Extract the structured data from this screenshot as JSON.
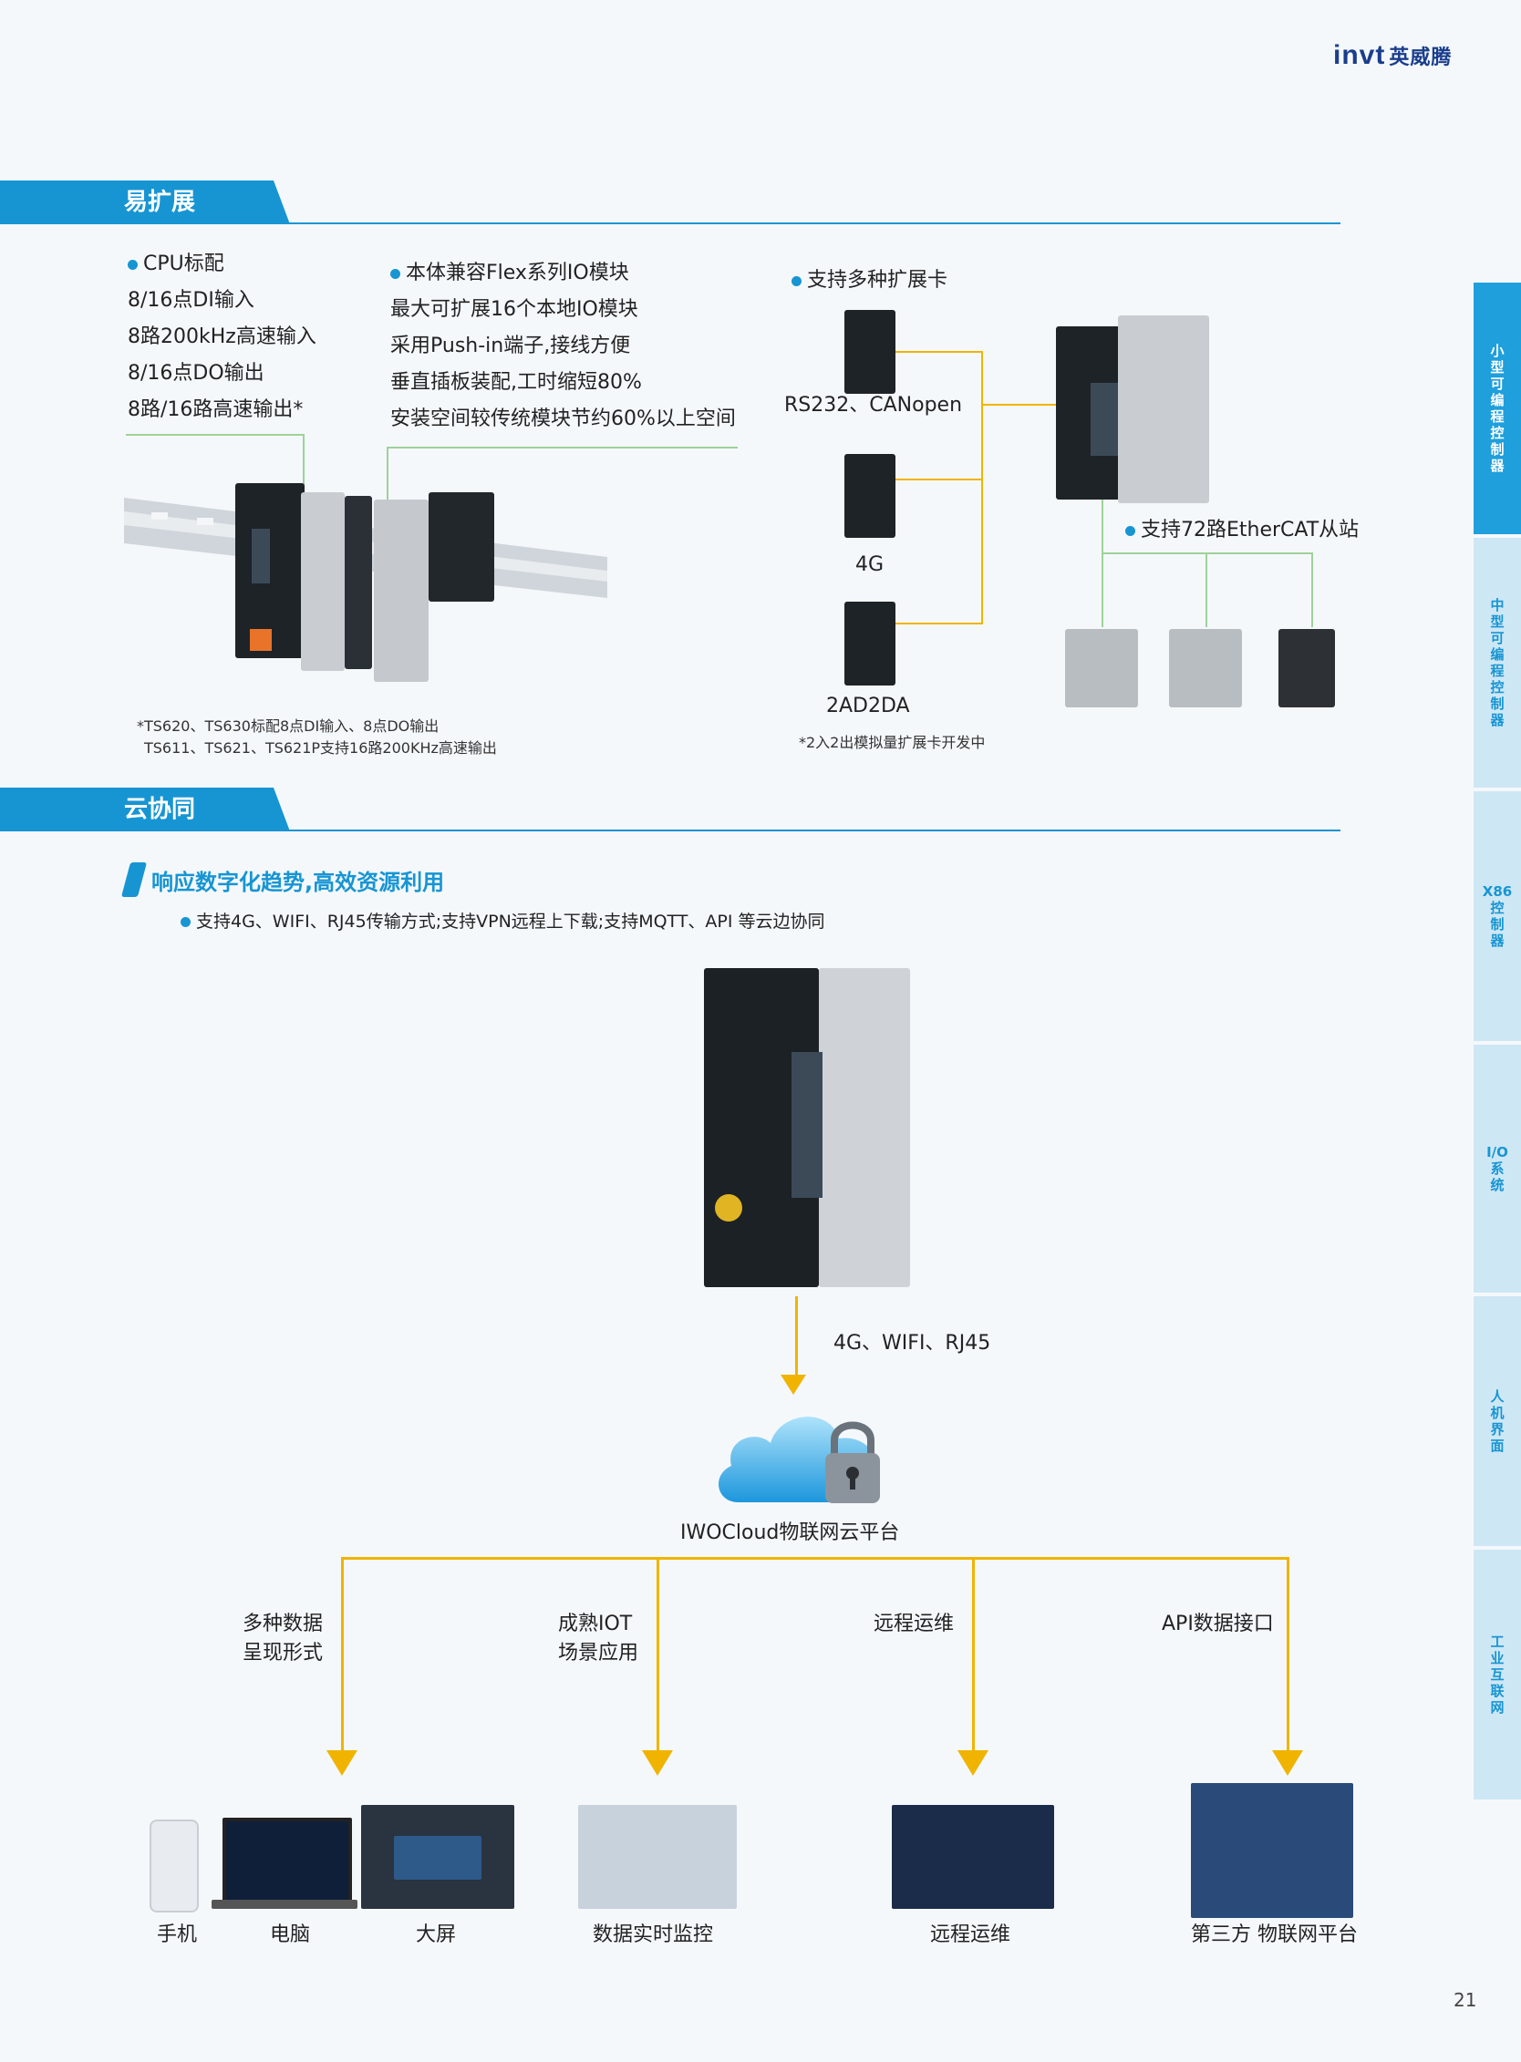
{
  "brand": {
    "logo": "invt",
    "logo_cn": "英威腾"
  },
  "section1": {
    "title": "易扩展",
    "cpu": {
      "lines": [
        "CPU标配",
        "8/16点DI输入",
        "8路200kHz高速输入",
        "8/16点DO输出",
        "8路/16路高速输出*"
      ]
    },
    "flex": {
      "lines": [
        "本体兼容Flex系列IO模块",
        "最大可扩展16个本地IO模块",
        "采用Push-in端子,接线方便",
        "垂直插板装配,工时缩短80%",
        "安装空间较传统模块节约60%以上空间"
      ]
    },
    "cards": {
      "title": "支持多种扩展卡",
      "items": [
        "RS232、CANopen",
        "4G",
        "2AD2DA"
      ]
    },
    "ethercat": "支持72路EtherCAT从站",
    "footnote_left": [
      "*TS620、TS630标配8点DI输入、8点DO输出",
      "TS611、TS621、TS621P支持16路200KHz高速输出"
    ],
    "footnote_right": "*2入2出模拟量扩展卡开发中"
  },
  "section2": {
    "title": "云协同",
    "subtitle": "响应数字化趋势,高效资源利用",
    "bullet": "支持4G、WIFI、RJ45传输方式;支持VPN远程上下载;支持MQTT、API 等云边协同",
    "link_label": "4G、WIFI、RJ45",
    "cloud_label": "IWOCloud物联网云平台",
    "branches": [
      {
        "label_lines": [
          "多种数据",
          "呈现形式"
        ]
      },
      {
        "label_lines": [
          "成熟IOT",
          "场景应用"
        ]
      },
      {
        "label_lines": [
          "远程运维"
        ]
      },
      {
        "label_lines": [
          "API数据接口"
        ]
      }
    ],
    "bottom_labels": [
      "手机",
      "电脑",
      "大屏",
      "数据实时监控",
      "远程运维",
      "第三方 物联网平台"
    ]
  },
  "sidebar": {
    "tabs": [
      "小\n型\n可\n编\n程\n控\n制\n器",
      "中\n型\n可\n编\n程\n控\n制\n器",
      "X86\n控\n制\n器",
      "I/O\n系\n统",
      "人\n机\n界\n面",
      "工\n业\n互\n联\n网"
    ]
  },
  "page_number": "21",
  "colors": {
    "accent": "#1795d3",
    "arrow": "#f0b400",
    "leader": "#9ed29a",
    "sidebar_active": "#1f9fdc",
    "sidebar": "#cde7f5"
  }
}
